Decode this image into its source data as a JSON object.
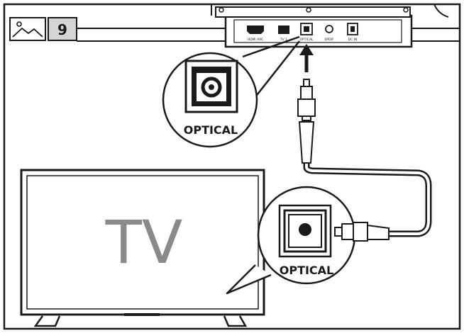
{
  "step": {
    "icon": "image-icon",
    "number": "9"
  },
  "soundbar": {
    "port_labels": [
      "HDMI ARC",
      "TV 1",
      "OPTICAL",
      "SPDIF",
      "DC IN"
    ]
  },
  "callouts": {
    "soundbar_port_label": "OPTICAL",
    "tv_port_label": "OPTICAL"
  },
  "tv": {
    "label": "TV"
  },
  "colors": {
    "line": "#1a1a1a",
    "tv_label": "#8a8a8a",
    "badge_fill": "#d6d6d6",
    "background": "#ffffff"
  }
}
